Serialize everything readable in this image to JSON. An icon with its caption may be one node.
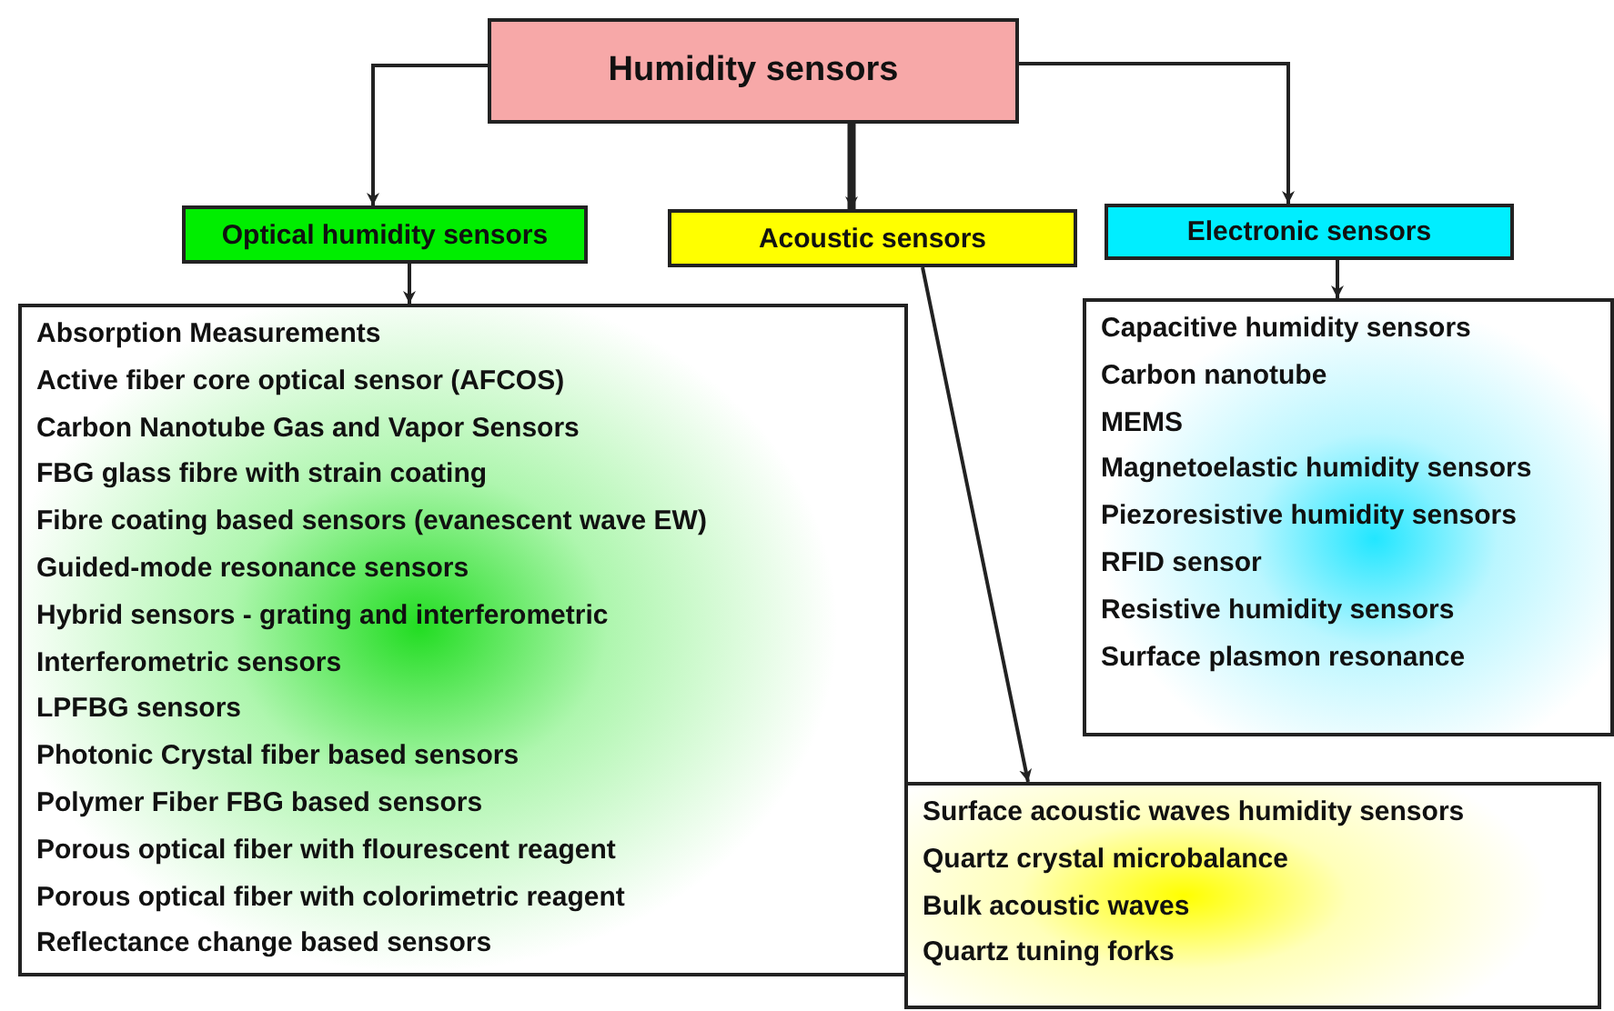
{
  "diagram": {
    "nodes": [
      {
        "text": [
          "Humidity sensors"
        ]
      },
      {
        "text": [
          "Optical humidity sensors"
        ]
      },
      {
        "text": [
          "Acoustic sensors"
        ]
      },
      {
        "text": [
          "Electronic sensors"
        ]
      },
      {
        "text": [
          "Absorption Measurements",
          "Active fiber core optical sensor (AFCOS)",
          "Carbon Nanotube Gas and Vapor Sensors",
          "FBG glass fibre with strain coating",
          "Fibre coating based sensors (evanescent wave EW)",
          "Guided-mode resonance sensors",
          "Hybrid sensors - grating and interferometric",
          "Interferometric sensors",
          "LPFBG sensors",
          "Photonic Crystal fiber based sensors",
          "Polymer Fiber FBG based sensors",
          "Porous optical fiber with  flourescent reagent",
          "Porous optical fiber with colorimetric reagent",
          "Reflectance change based sensors"
        ]
      },
      {
        "text": [
          "Capacitive humidity sensors",
          "Carbon nanotube",
          "MEMS",
          "Magnetoelastic humidity sensors",
          "Piezoresistive humidity sensors",
          "RFID sensor",
          "Resistive humidity sensors",
          "Surface plasmon resonance"
        ]
      },
      {
        "text": [
          "Surface acoustic waves humidity sensors",
          "Quartz crystal microbalance",
          "Bulk acoustic waves",
          "Quartz tuning forks"
        ]
      }
    ],
    "edges": [
      {
        "from": 0,
        "to": 1,
        "arrow": "to"
      },
      {
        "from": 0,
        "to": 2,
        "arrow": "to",
        "style": "thick"
      },
      {
        "from": 0,
        "to": 3,
        "arrow": "to"
      },
      {
        "from": 1,
        "to": 4,
        "arrow": "to"
      },
      {
        "from": 3,
        "to": 5,
        "arrow": "to"
      },
      {
        "from": 2,
        "to": 6,
        "arrow": "to"
      }
    ]
  }
}
